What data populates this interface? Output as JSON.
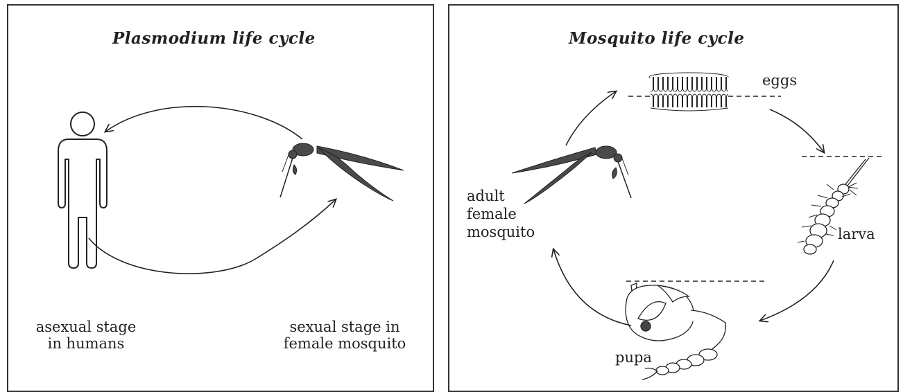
{
  "plasmodium_panel": {
    "title": "Plasmodium life cycle",
    "label_human": [
      "asexual stage",
      "in humans"
    ],
    "label_mosquito": [
      "sexual stage in",
      "female mosquito"
    ]
  },
  "mosquito_panel": {
    "title": "Mosquito life cycle",
    "labels": {
      "eggs": "eggs",
      "larva": "larva",
      "pupa": "pupa",
      "adult": [
        "adult",
        "female",
        "mosquito"
      ]
    }
  },
  "colors": {
    "ink": "#222222",
    "mosquito_fill": "#4a4a4a"
  }
}
